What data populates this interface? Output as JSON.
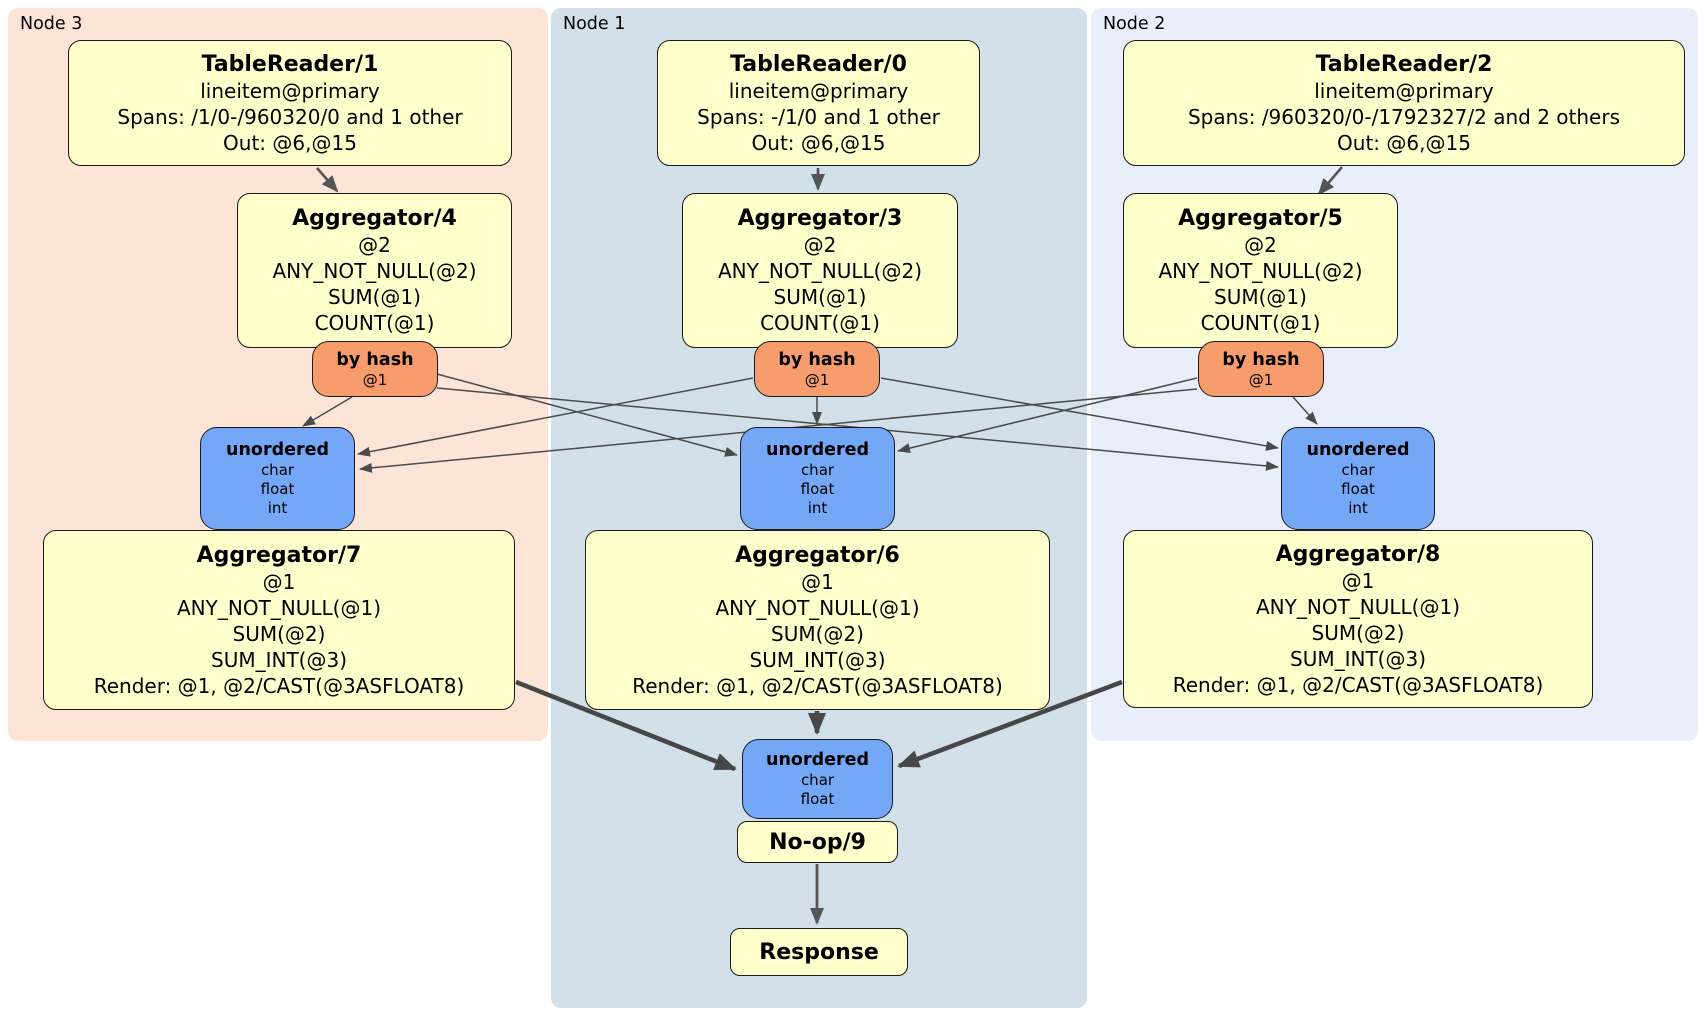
{
  "panels": {
    "node3": {
      "label": "Node 3"
    },
    "node1": {
      "label": "Node 1"
    },
    "node2": {
      "label": "Node 2"
    }
  },
  "boxes": {
    "tr1": {
      "title": "TableReader/1",
      "lines": [
        "lineitem@primary",
        "Spans: /1/0-/960320/0 and 1 other",
        "Out: @6,@15"
      ]
    },
    "tr0": {
      "title": "TableReader/0",
      "lines": [
        "lineitem@primary",
        "Spans: -/1/0 and 1 other",
        "Out: @6,@15"
      ]
    },
    "tr2": {
      "title": "TableReader/2",
      "lines": [
        "lineitem@primary",
        "Spans: /960320/0-/1792327/2 and 2 others",
        "Out: @6,@15"
      ]
    },
    "agg4": {
      "title": "Aggregator/4",
      "lines": [
        "@2",
        "ANY_NOT_NULL(@2)",
        "SUM(@1)",
        "COUNT(@1)"
      ]
    },
    "agg3": {
      "title": "Aggregator/3",
      "lines": [
        "@2",
        "ANY_NOT_NULL(@2)",
        "SUM(@1)",
        "COUNT(@1)"
      ]
    },
    "agg5": {
      "title": "Aggregator/5",
      "lines": [
        "@2",
        "ANY_NOT_NULL(@2)",
        "SUM(@1)",
        "COUNT(@1)"
      ]
    },
    "byhash3": {
      "title": "by hash",
      "lines": [
        "@1"
      ]
    },
    "byhash1": {
      "title": "by hash",
      "lines": [
        "@1"
      ]
    },
    "byhash2": {
      "title": "by hash",
      "lines": [
        "@1"
      ]
    },
    "uo3": {
      "title": "unordered",
      "lines": [
        "char",
        "float",
        "int"
      ]
    },
    "uo1": {
      "title": "unordered",
      "lines": [
        "char",
        "float",
        "int"
      ]
    },
    "uo2": {
      "title": "unordered",
      "lines": [
        "char",
        "float",
        "int"
      ]
    },
    "agg7": {
      "title": "Aggregator/7",
      "lines": [
        "@1",
        "ANY_NOT_NULL(@1)",
        "SUM(@2)",
        "SUM_INT(@3)",
        "Render: @1, @2/CAST(@3ASFLOAT8)"
      ]
    },
    "agg6": {
      "title": "Aggregator/6",
      "lines": [
        "@1",
        "ANY_NOT_NULL(@1)",
        "SUM(@2)",
        "SUM_INT(@3)",
        "Render: @1, @2/CAST(@3ASFLOAT8)"
      ]
    },
    "agg8": {
      "title": "Aggregator/8",
      "lines": [
        "@1",
        "ANY_NOT_NULL(@1)",
        "SUM(@2)",
        "SUM_INT(@3)",
        "Render: @1, @2/CAST(@3ASFLOAT8)"
      ]
    },
    "uof": {
      "title": "unordered",
      "lines": [
        "char",
        "float"
      ]
    },
    "noop": {
      "title": "No-op/9"
    },
    "resp": {
      "title": "Response"
    }
  },
  "edges": [
    {
      "from": "TableReader/1",
      "to": "Aggregator/4"
    },
    {
      "from": "TableReader/0",
      "to": "Aggregator/3"
    },
    {
      "from": "TableReader/2",
      "to": "Aggregator/5"
    },
    {
      "from": "Aggregator/4 by hash @1",
      "to": "unordered node3"
    },
    {
      "from": "Aggregator/4 by hash @1",
      "to": "unordered node1"
    },
    {
      "from": "Aggregator/4 by hash @1",
      "to": "unordered node2"
    },
    {
      "from": "Aggregator/3 by hash @1",
      "to": "unordered node3"
    },
    {
      "from": "Aggregator/3 by hash @1",
      "to": "unordered node1"
    },
    {
      "from": "Aggregator/3 by hash @1",
      "to": "unordered node2"
    },
    {
      "from": "Aggregator/5 by hash @1",
      "to": "unordered node3"
    },
    {
      "from": "Aggregator/5 by hash @1",
      "to": "unordered node1"
    },
    {
      "from": "Aggregator/5 by hash @1",
      "to": "unordered node2"
    },
    {
      "from": "unordered node3",
      "to": "Aggregator/7"
    },
    {
      "from": "unordered node1",
      "to": "Aggregator/6"
    },
    {
      "from": "unordered node2",
      "to": "Aggregator/8"
    },
    {
      "from": "Aggregator/7",
      "to": "unordered final"
    },
    {
      "from": "Aggregator/6",
      "to": "unordered final"
    },
    {
      "from": "Aggregator/8",
      "to": "unordered final"
    },
    {
      "from": "unordered final",
      "to": "No-op/9"
    },
    {
      "from": "No-op/9",
      "to": "Response"
    }
  ],
  "colors": {
    "node_box": "#ffffcc",
    "hash_router_box": "#f69c6d",
    "stream_box": "#74a8f6",
    "panel_node3": "#fce4d7",
    "panel_node1": "#d2e0ea",
    "panel_node2": "#e9effa"
  }
}
